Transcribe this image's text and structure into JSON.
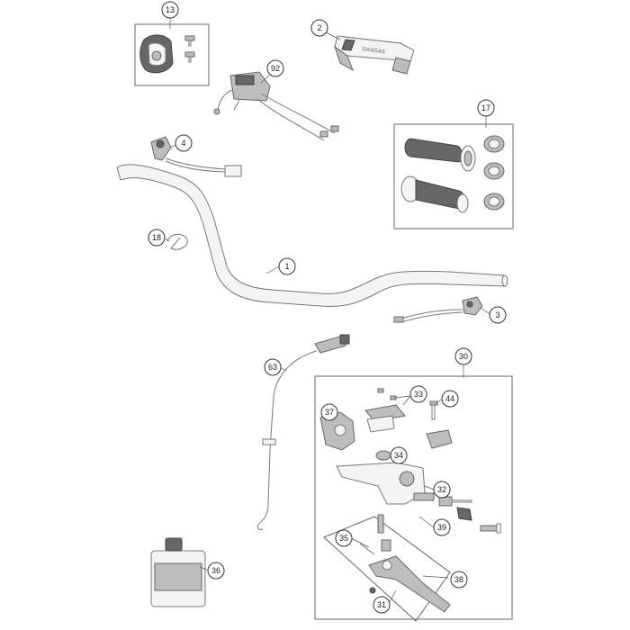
{
  "callouts": {
    "c1": "1",
    "c2": "2",
    "c3": "3",
    "c4": "4",
    "c13": "13",
    "c17": "17",
    "c18": "18",
    "c30": "30",
    "c31": "31",
    "c32": "32",
    "c33": "33",
    "c34": "34",
    "c35": "35",
    "c36": "36",
    "c37": "37",
    "c38": "38",
    "c39": "39",
    "c44": "44",
    "c63": "63",
    "c92": "92"
  },
  "pad_brand": "GASGAS"
}
